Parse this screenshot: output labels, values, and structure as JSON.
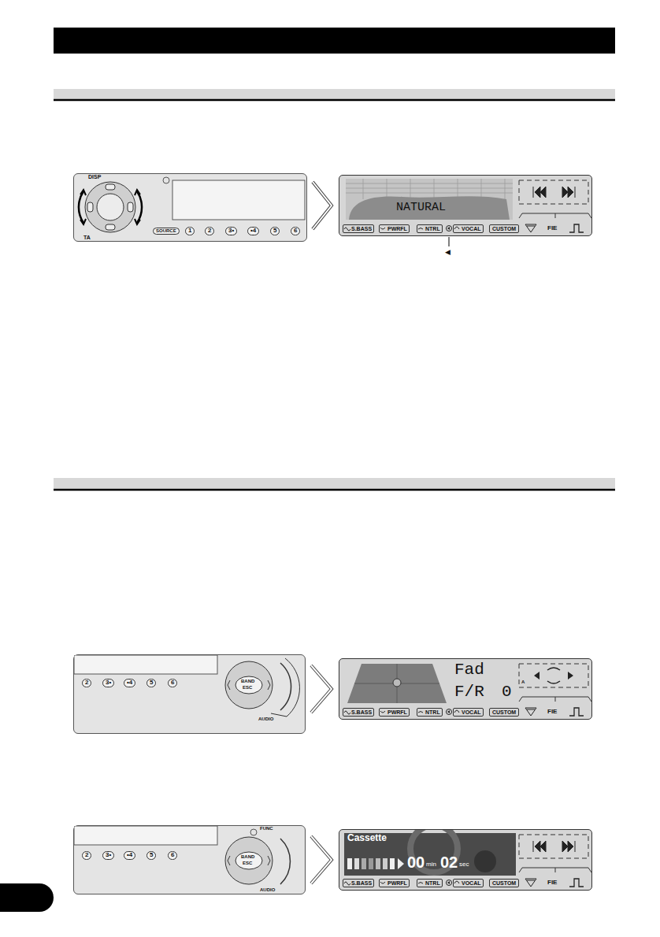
{
  "diagram": {
    "nodes": [
      {
        "text": [
          "DISP",
          "TA",
          "SOURCE",
          "1",
          "2",
          "3•",
          "•4",
          "5",
          "6"
        ]
      },
      {
        "text": [
          "NATURAL",
          "S.BASS",
          "PWRFL",
          "NTRL",
          "VOCAL",
          "CUSTOM",
          "FIE"
        ]
      },
      {
        "text": [
          "BAND",
          "ESC",
          "AUDIO",
          "2",
          "3•",
          "•4",
          "5",
          "6"
        ]
      },
      {
        "text": [
          "Fad",
          "F/R",
          "0",
          "A",
          "S.BASS",
          "PWRFL",
          "NTRL",
          "VOCAL",
          "CUSTOM",
          "FIE"
        ]
      },
      {
        "text": [
          "FUNC",
          "BAND",
          "ESC",
          "AUDIO",
          "2",
          "3•",
          "•4",
          "5",
          "6"
        ]
      },
      {
        "text": [
          "Cassette",
          "00",
          "min",
          "02",
          "sec",
          "S.BASS",
          "PWRFL",
          "NTRL",
          "VOCAL",
          "CUSTOM",
          "FIE"
        ]
      }
    ],
    "edges": [
      {
        "from": 0,
        "to": 1,
        "arrow": "to"
      },
      {
        "from": 2,
        "to": 3,
        "arrow": "to"
      },
      {
        "from": 4,
        "to": 5,
        "arrow": "to"
      }
    ],
    "labels": [
      "◀"
    ]
  }
}
